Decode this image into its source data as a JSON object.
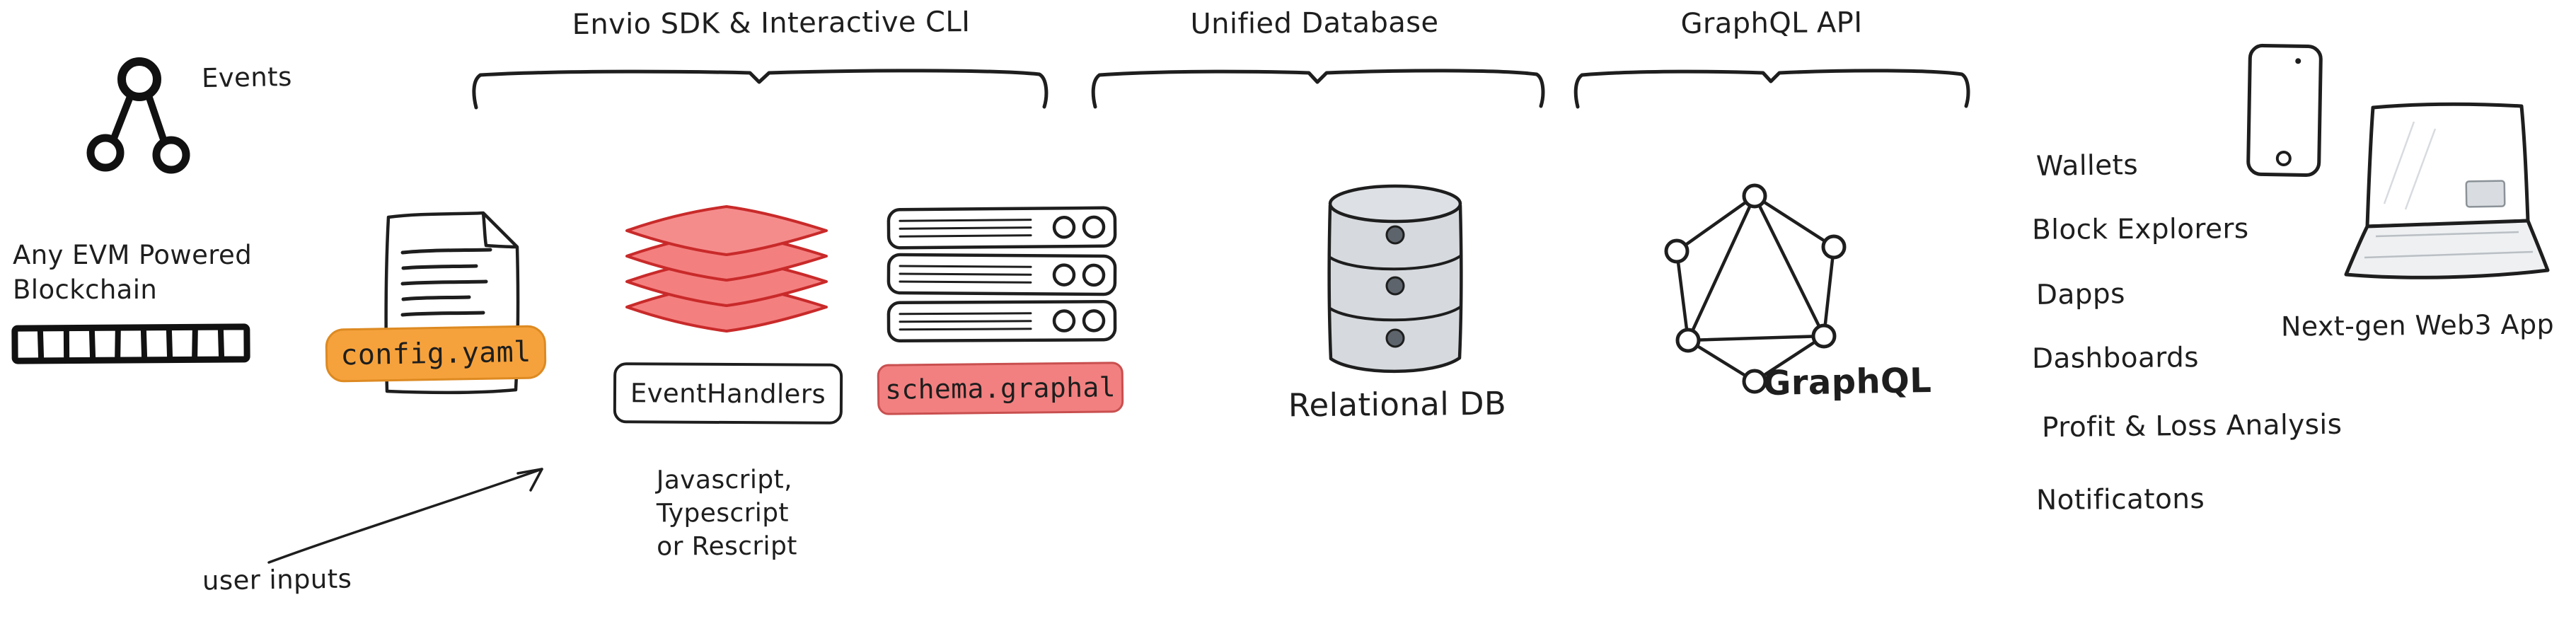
{
  "colors": {
    "ink": "#1e1e1e",
    "config_fill": "#f6a23c",
    "schema_fill": "#f28080",
    "layers_fill": "#f47f7f",
    "layers_stroke": "#c92a2a",
    "db_fill": "#d6dade"
  },
  "source": {
    "events_label": "Events",
    "blockchain_line1": "Any EVM Powered",
    "blockchain_line2": "Blockchain"
  },
  "sections": {
    "sdk_title": "Envio SDK & Interactive CLI",
    "db_title": "Unified Database",
    "api_title": "GraphQL API"
  },
  "sdk": {
    "config_label": "config.yaml",
    "handlers_label": "EventHandlers",
    "lang_line1": "Javascript,",
    "lang_line2": "Typescript",
    "lang_line3": "or Rescript",
    "schema_label": "schema.graphal",
    "user_inputs_label": "user inputs"
  },
  "database": {
    "label": "Relational DB"
  },
  "api": {
    "label": "GraphQL"
  },
  "consumers": {
    "items": [
      "Wallets",
      "Block Explorers",
      "Dapps",
      "Dashboards",
      "Profit & Loss Analysis",
      "Notificatons"
    ],
    "app_label": "Next-gen Web3 App"
  }
}
